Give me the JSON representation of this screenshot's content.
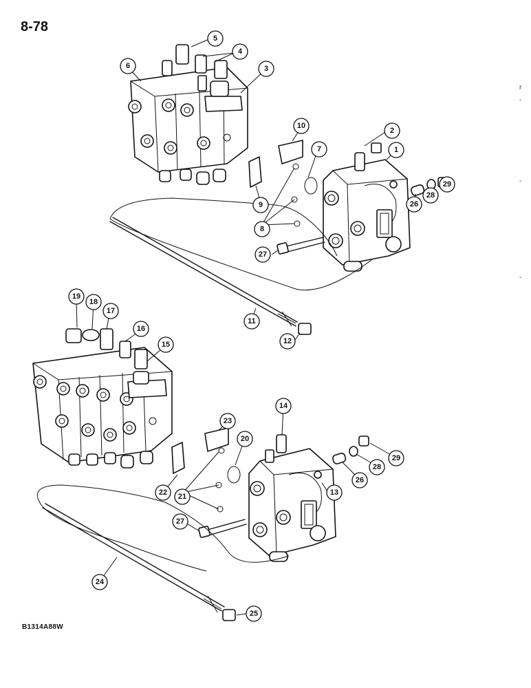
{
  "page_number": "8-78",
  "figure_code": "B1314A88W",
  "edge_marks": [
    "r",
    "-",
    "-",
    "-"
  ],
  "callouts": [
    {
      "id": "c1",
      "label": "1"
    },
    {
      "id": "c2",
      "label": "2"
    },
    {
      "id": "c3",
      "label": "3"
    },
    {
      "id": "c4",
      "label": "4"
    },
    {
      "id": "c5",
      "label": "5"
    },
    {
      "id": "c6",
      "label": "6"
    },
    {
      "id": "c7",
      "label": "7"
    },
    {
      "id": "c8",
      "label": "8"
    },
    {
      "id": "c9",
      "label": "9"
    },
    {
      "id": "c10",
      "label": "10"
    },
    {
      "id": "c11",
      "label": "11"
    },
    {
      "id": "c12",
      "label": "12"
    },
    {
      "id": "c13",
      "label": "13"
    },
    {
      "id": "c14",
      "label": "14"
    },
    {
      "id": "c15",
      "label": "15"
    },
    {
      "id": "c16",
      "label": "16"
    },
    {
      "id": "c17",
      "label": "17"
    },
    {
      "id": "c18",
      "label": "18"
    },
    {
      "id": "c19",
      "label": "19"
    },
    {
      "id": "c20",
      "label": "20"
    },
    {
      "id": "c21",
      "label": "21"
    },
    {
      "id": "c22",
      "label": "22"
    },
    {
      "id": "c23",
      "label": "23"
    },
    {
      "id": "c24",
      "label": "24"
    },
    {
      "id": "c25",
      "label": "25"
    },
    {
      "id": "c26a",
      "label": "26"
    },
    {
      "id": "c27a",
      "label": "27"
    },
    {
      "id": "c28a",
      "label": "28"
    },
    {
      "id": "c29a",
      "label": "29"
    },
    {
      "id": "c26b",
      "label": "26"
    },
    {
      "id": "c27b",
      "label": "27"
    },
    {
      "id": "c28b",
      "label": "28"
    },
    {
      "id": "c29b",
      "label": "29"
    }
  ]
}
